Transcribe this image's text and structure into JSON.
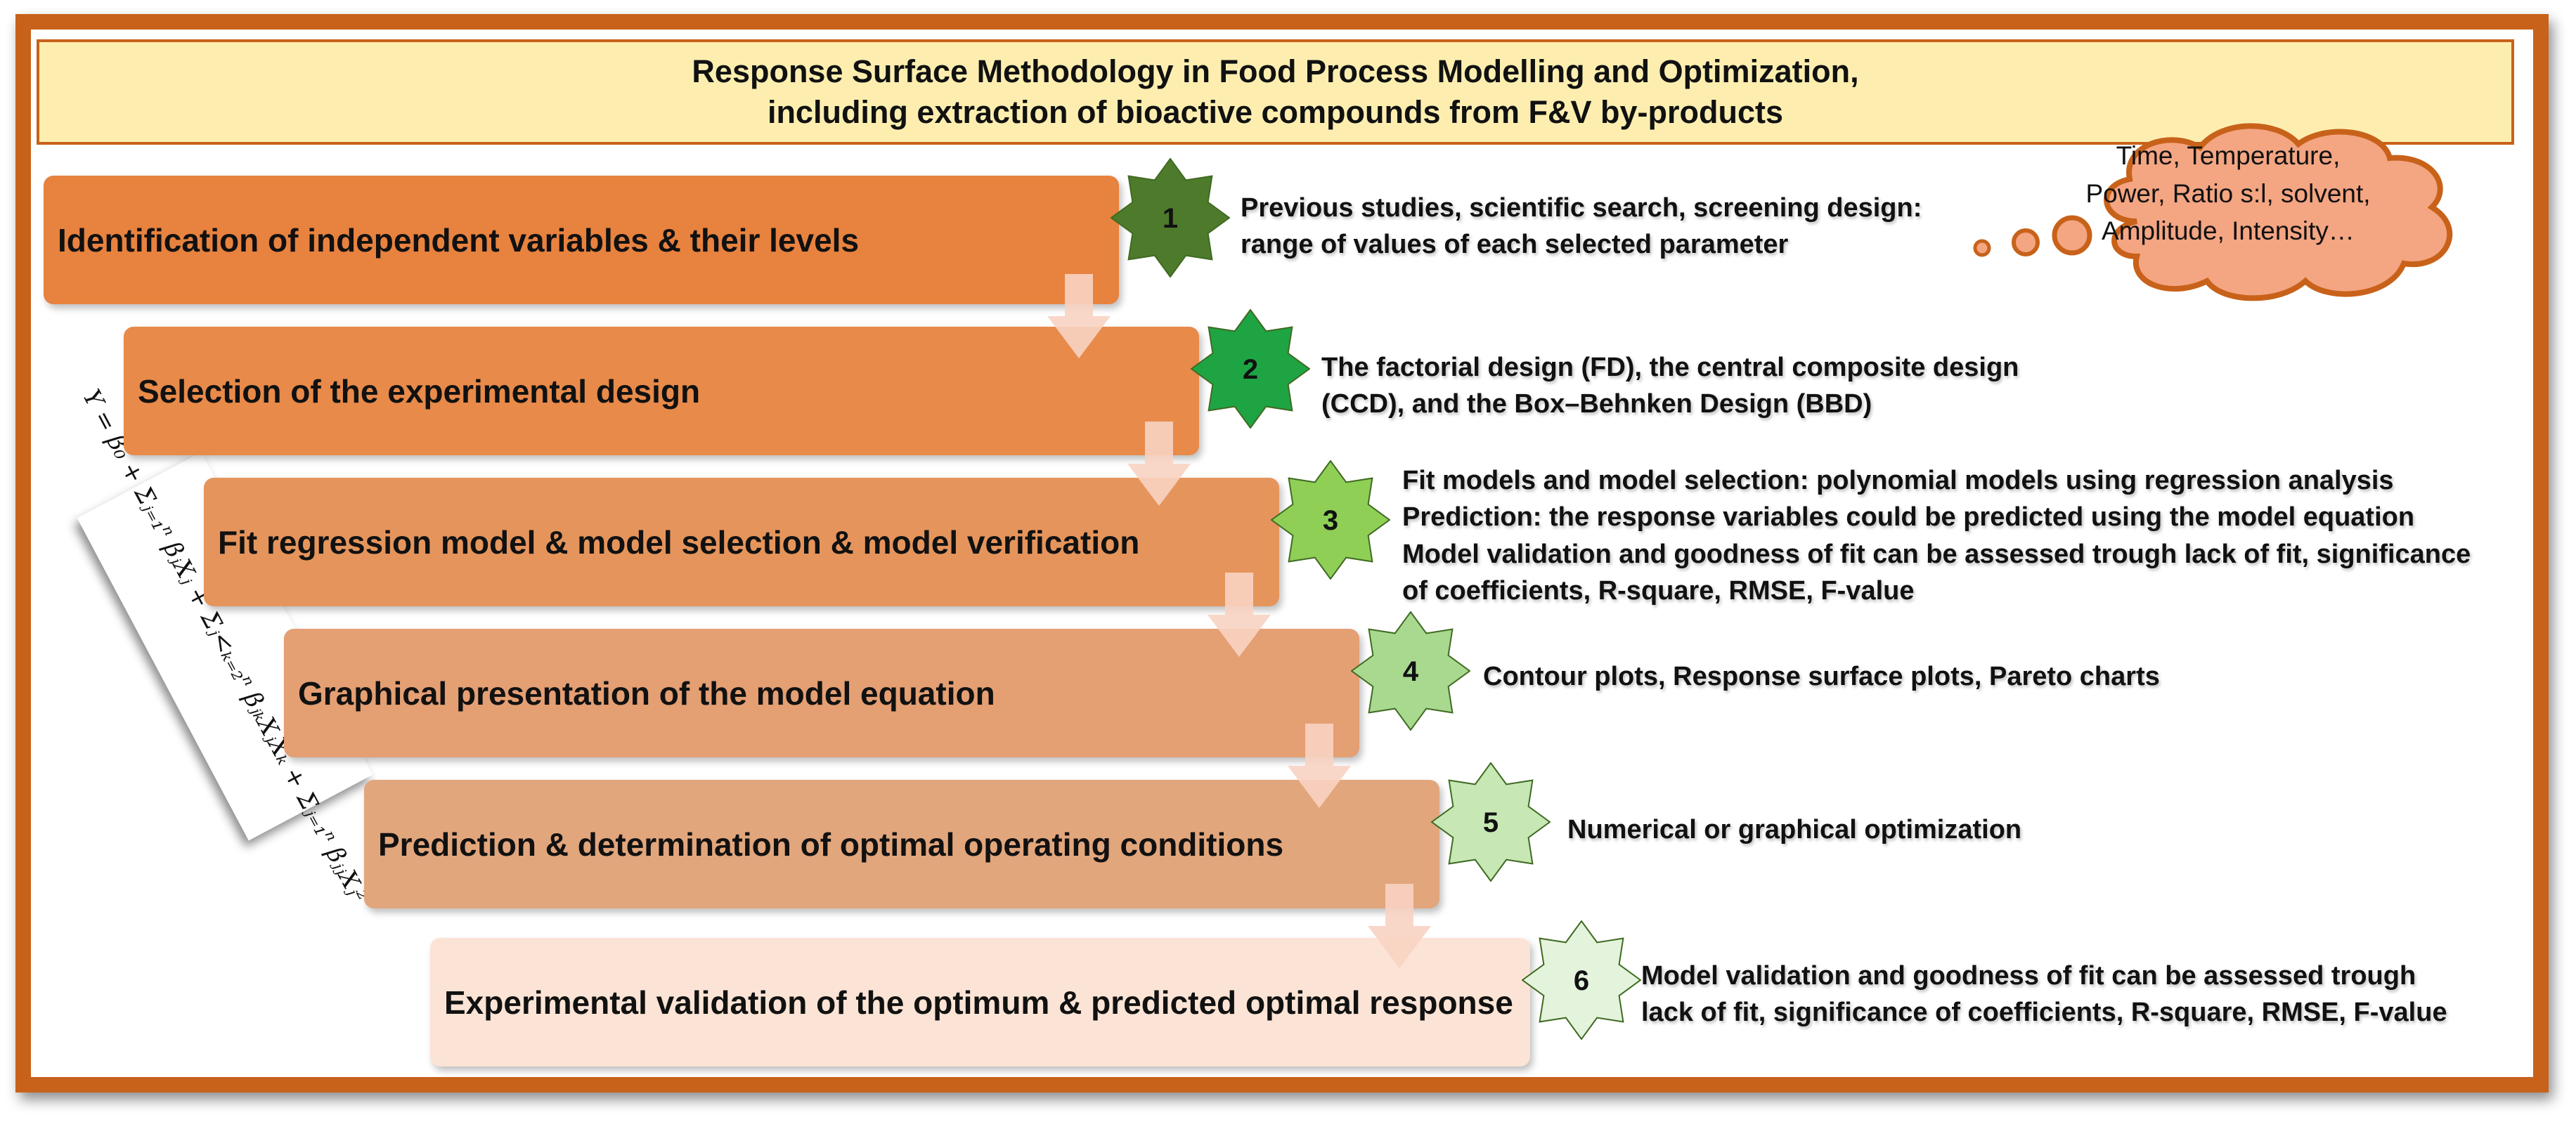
{
  "title": {
    "line1": "Response Surface Methodology in Food Process Modelling and Optimization,",
    "line2": "including extraction of bioactive compounds from F&V by-products"
  },
  "steps": [
    {
      "number": "1",
      "label": "Identification of independent variables & their levels",
      "fill": "#e8823f",
      "star_color": "#4e7a2c",
      "number_color": "#111111",
      "description": [
        "Previous studies, scientific search, screening design:",
        "range of values of each selected parameter"
      ]
    },
    {
      "number": "2",
      "label": "Selection of the experimental design",
      "fill": "#e88a4a",
      "star_color": "#1fa444",
      "number_color": "#111111",
      "description": [
        "The factorial design (FD), the central composite design",
        "(CCD), and the Box–Behnken Design (BBD)"
      ]
    },
    {
      "number": "3",
      "label": "Fit regression model & model selection & model verification",
      "fill": "#e5955c",
      "star_color": "#8fcf56",
      "number_color": "#111111",
      "description": [
        "Fit models and model selection: polynomial models using regression analysis",
        "Prediction: the response variables could be predicted using the model equation",
        "Model validation and goodness of fit can be assessed trough lack of fit, significance",
        "of coefficients, R-square, RMSE, F-value"
      ]
    },
    {
      "number": "4",
      "label": "Graphical presentation of the model equation",
      "fill": "#e49f73",
      "star_color": "#a9d98f",
      "number_color": "#111111",
      "description": [
        "Contour plots, Response surface plots, Pareto charts"
      ]
    },
    {
      "number": "5",
      "label": "Prediction & determination of optimal operating conditions",
      "fill": "#e2a67c",
      "star_color": "#c7e7b4",
      "number_color": "#111111",
      "description": [
        "Numerical or graphical optimization"
      ]
    },
    {
      "number": "6",
      "label": "Experimental validation of the optimum & predicted optimal response",
      "fill": "#fbe4d5",
      "star_color": "#e4f3dc",
      "number_color": "#111111",
      "description": [
        "Model validation and goodness of fit can be assessed trough",
        "lack of fit, significance of coefficients, R-square, RMSE, F-value"
      ]
    }
  ],
  "cloud": {
    "lines": [
      "Time, Temperature,",
      "Power, Ratio s:l, solvent,",
      "Amplitude, Intensity…"
    ],
    "fill": "#f4a582",
    "border": "#c8621a"
  },
  "equation": "Y = β₀ + Σⱼ₌₁ⁿ βⱼXⱼ + Σⱼ<ₖ₌₂ⁿ βⱼₖXⱼXₖ + Σⱼ₌₁ⁿ βⱼⱼXⱼ²",
  "colors": {
    "frame": "#c8621a",
    "title_bg": "#fdeeb0",
    "arrow": "#f8d3c2"
  }
}
